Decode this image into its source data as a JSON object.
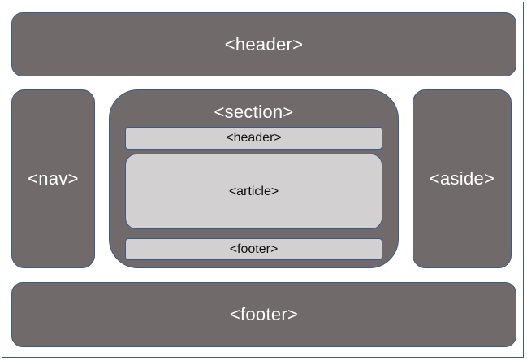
{
  "diagram": {
    "blocks": {
      "header": "<header>",
      "nav": "<nav>",
      "section": "<section>",
      "section_header": "<header>",
      "article": "<article>",
      "section_footer": "<footer>",
      "aside": "<aside>",
      "footer": "<footer>"
    }
  },
  "colors": {
    "dark_block": "#706b6a",
    "light_block": "#d3d0d1",
    "outline": "#3a5a8c",
    "dark_text": "#ffffff",
    "light_text": "#111111"
  }
}
